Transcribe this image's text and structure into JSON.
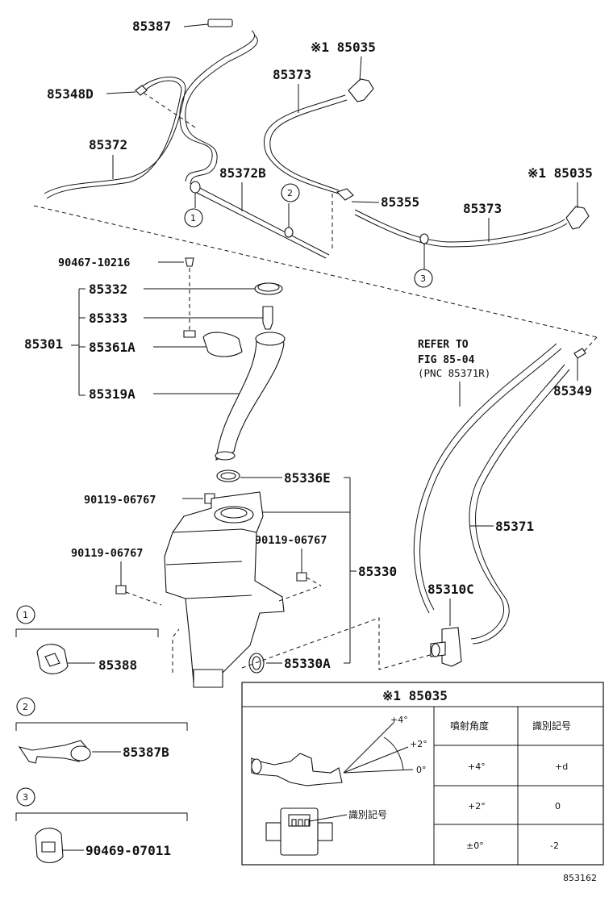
{
  "parts": {
    "p85387": "85387",
    "p85348D": "85348D",
    "p85035_top": "※1 85035",
    "p85373_top": "85373",
    "p85372": "85372",
    "p85372B": "85372B",
    "p85035_right": "※1 85035",
    "p85355": "85355",
    "p85373_right": "85373",
    "p90467": "90467-10216",
    "p85332": "85332",
    "p85333": "85333",
    "p85301": "85301",
    "p85361A": "85361A",
    "p85319A": "85319A",
    "p85349": "85349",
    "p85336E": "85336E",
    "p90119_a": "90119-06767",
    "p90119_b": "90119-06767",
    "p90119_c": "90119-06767",
    "p85371": "85371",
    "p85330": "85330",
    "p85310C": "85310C",
    "p85330A": "85330A",
    "p85388": "85388",
    "p85387B": "85387B",
    "p90469": "90469-07011"
  },
  "refer": {
    "line1": "REFER TO",
    "line2": "FIG 85-04",
    "line3": "(PNC 85371R)"
  },
  "callouts": {
    "c1": "1",
    "c2": "2",
    "c3": "3",
    "k1": "1",
    "k2": "2",
    "k3": "3"
  },
  "table": {
    "title": "※1 85035",
    "col1": "噴射角度",
    "col2": "識別記号",
    "rows": [
      {
        "angle": "+4°",
        "mark": "+d"
      },
      {
        "angle": "+2°",
        "mark": "0"
      },
      {
        "angle": "±0°",
        "mark": "-2"
      }
    ],
    "angle_top": "+4°",
    "angle_mid": "+2°",
    "angle_zero": "0°",
    "id_label": "識別記号"
  },
  "figure_id": "853162"
}
